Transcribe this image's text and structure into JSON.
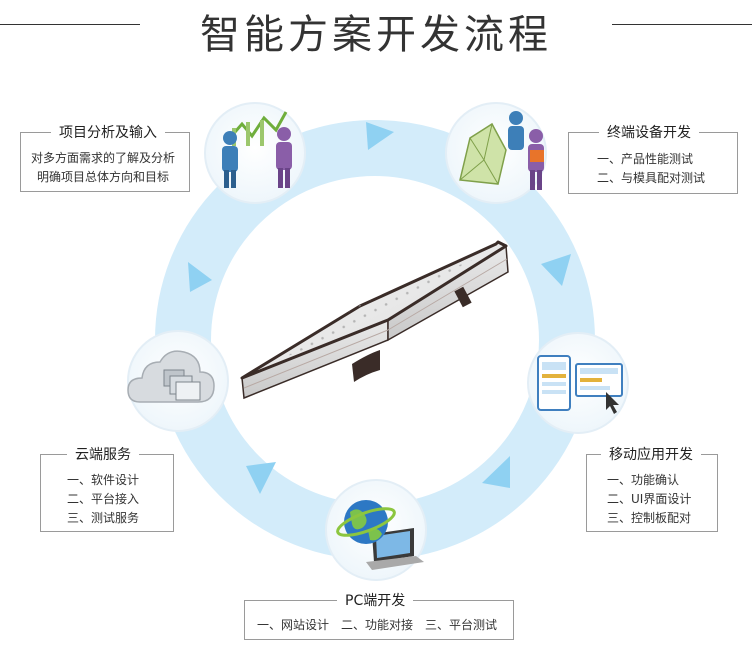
{
  "title": "智能方案开发流程",
  "stages": {
    "analysis": {
      "title": "项目分析及输入",
      "lines": [
        "对多方面需求的了解及分析",
        "明确项目总体方向和目标"
      ]
    },
    "terminal": {
      "title": "终端设备开发",
      "lines": [
        "一、产品性能测试",
        "二、与模具配对测试"
      ]
    },
    "mobile": {
      "title": "移动应用开发",
      "lines": [
        "一、功能确认",
        "二、UI界面设计",
        "三、控制板配对"
      ]
    },
    "pc": {
      "title": "PC端开发",
      "line": "一、网站设计　二、功能对接　三、平台测试"
    },
    "cloud": {
      "title": "云端服务",
      "lines": [
        "一、软件设计",
        "二、平台接入",
        "三、测试服务"
      ]
    }
  },
  "icons": {
    "analysis": "business-analysis-icon",
    "terminal": "product-design-icon",
    "mobile": "mobile-app-icon",
    "pc": "globe-laptop-icon",
    "cloud": "cloud-folder-icon",
    "center": "mattress-image"
  },
  "colors": {
    "ring": "#d3ecfa",
    "arrow": "#8fd1f2",
    "border": "#9a9a9a",
    "text": "#333333"
  }
}
